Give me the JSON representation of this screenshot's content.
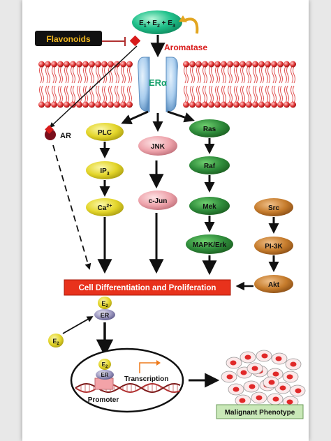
{
  "hormones_label_parts": [
    "E",
    "1",
    "+ E",
    "2",
    " + E",
    "3"
  ],
  "flavonoids": "Flavonoids",
  "aromatase": "Aromatase",
  "receptor": "ERα",
  "ar": "AR",
  "plc_pathway": {
    "plc": "PLC",
    "ip3_base": "IP",
    "ip3_sub": "3",
    "ca_base": "Ca",
    "ca_sup": "2+"
  },
  "jnk_pathway": {
    "jnk": "JNK",
    "cjun": "c-Jun"
  },
  "ras_pathway": {
    "ras": "Ras",
    "raf": "Raf",
    "mek": "Mek",
    "mapk": "MAPK/Erk"
  },
  "src_pathway": {
    "src": "Src",
    "pi3k": "PI-3K",
    "akt": "Akt"
  },
  "outcome": "Cell Differentiation and Proliferation",
  "nucleus": {
    "er": "ER",
    "e2_base": "E",
    "e2_sub": "2",
    "transcription": "Transcription",
    "promoter": "Promoter"
  },
  "malignant": "Malignant Phenotype",
  "colors": {
    "green_node": "#2e7d32",
    "yellow_node": "#e6dc2e",
    "pink_node": "#e8a0a8",
    "brown_node": "#c47a2a",
    "red_banner": "#e8321c",
    "teal_hormone": "#1dbf8a",
    "membrane_red": "#e03030",
    "membrane_blue": "#9ec8ea"
  }
}
